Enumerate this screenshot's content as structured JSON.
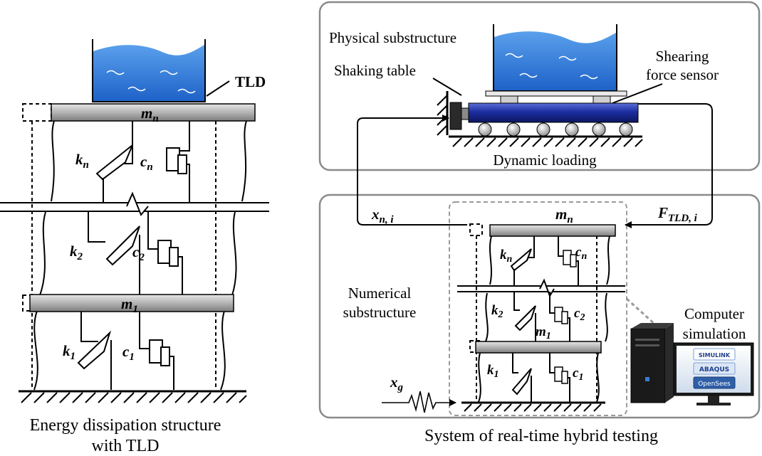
{
  "left_panel": {
    "tld_label": "TLD",
    "mass_top": {
      "symbol": "m",
      "sub": "n"
    },
    "mass_bottom": {
      "symbol": "m",
      "sub": "1"
    },
    "springs": [
      {
        "symbol": "k",
        "sub": "n"
      },
      {
        "symbol": "k",
        "sub": "2"
      },
      {
        "symbol": "k",
        "sub": "1"
      }
    ],
    "dampers": [
      {
        "symbol": "c",
        "sub": "n"
      },
      {
        "symbol": "c",
        "sub": "2"
      },
      {
        "symbol": "c",
        "sub": "1"
      }
    ],
    "caption_line1": "Energy dissipation structure",
    "caption_line2": "with TLD"
  },
  "physical_box": {
    "title": "Physical substructure",
    "shaking_table": "Shaking table",
    "sensor_line1": "Shearing",
    "sensor_line2": "force sensor",
    "loading": "Dynamic loading"
  },
  "numerical_box": {
    "title_line1": "Numerical",
    "title_line2": "substructure",
    "signal_x": {
      "symbol": "x",
      "sub": "n, i"
    },
    "signal_f": {
      "symbol": "F",
      "sub": "TLD, i"
    },
    "ground": {
      "symbol": "x",
      "sub": "g"
    },
    "mass_top": {
      "symbol": "m",
      "sub": "n"
    },
    "mass_mid": {
      "symbol": "m",
      "sub": "1"
    },
    "springs": [
      {
        "symbol": "k",
        "sub": "n"
      },
      {
        "symbol": "k",
        "sub": "2"
      },
      {
        "symbol": "k",
        "sub": "1"
      }
    ],
    "dampers": [
      {
        "symbol": "c",
        "sub": "n"
      },
      {
        "symbol": "c",
        "sub": "2"
      },
      {
        "symbol": "c",
        "sub": "1"
      }
    ],
    "computer_line1": "Computer",
    "computer_line2": "simulation",
    "software": [
      "SIMULINK",
      "ABAQUS",
      "OpenSees"
    ]
  },
  "caption_right": "System of real-time hybrid testing"
}
